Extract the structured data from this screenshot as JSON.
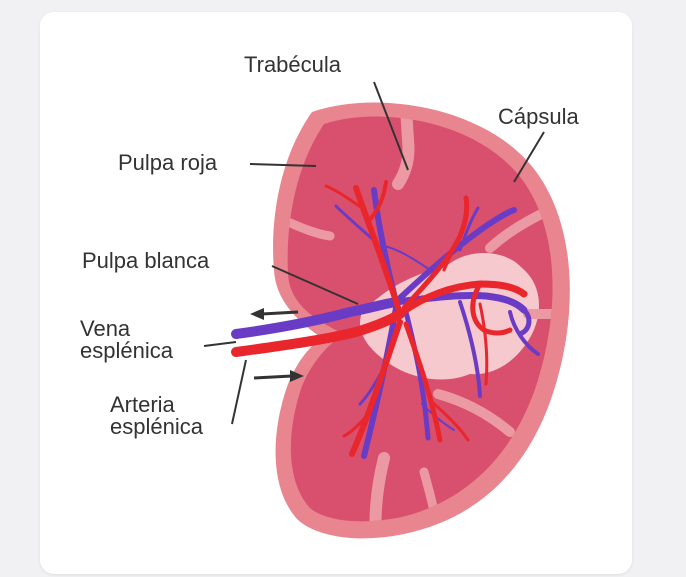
{
  "diagram": {
    "labels": {
      "trabecula": "Trabécula",
      "capsula": "Cápsula",
      "pulpa_roja": "Pulpa roja",
      "pulpa_blanca": "Pulpa blanca",
      "vena_line1": "Vena",
      "vena_line2": "esplénica",
      "arteria_line1": "Arteria",
      "arteria_line2": "esplénica"
    },
    "colors": {
      "capsule": "#e8858f",
      "red_pulp": "#d9506e",
      "white_pulp": "#f6c9cf",
      "trabecula": "#eb9aa3",
      "artery": "#e8262c",
      "vein": "#6a3cc6",
      "arrow": "#333333",
      "label_text": "#333333"
    }
  }
}
